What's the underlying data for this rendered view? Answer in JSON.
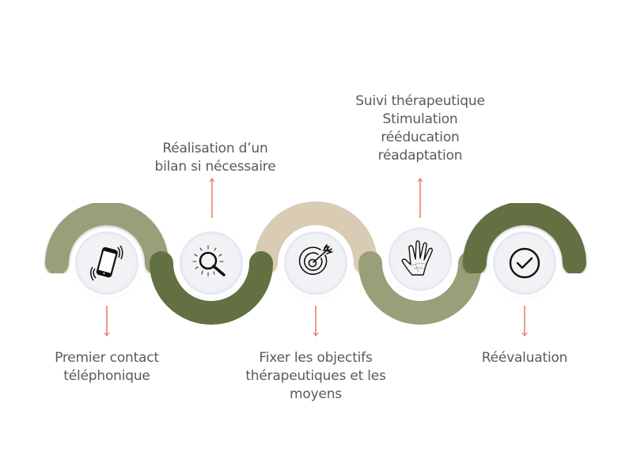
{
  "diagram": {
    "type": "process-timeline",
    "colors": {
      "olive_light": "#9a9f7a",
      "green_dark": "#627042",
      "beige": "#d9cbb4",
      "arrow": "#e8846f",
      "text": "#5a5a5a"
    },
    "steps": [
      {
        "order": 1,
        "icon": "phone-vibrating-icon",
        "label_lines": [
          "Premier contact",
          "téléphonique"
        ],
        "label_position": "below",
        "arc_color": "#9a9f7a",
        "arc_side": "top"
      },
      {
        "order": 2,
        "icon": "magnifying-glass-icon",
        "label_lines": [
          "Réalisation d’un",
          "bilan si nécessaire"
        ],
        "label_position": "above",
        "arc_color": "#627042",
        "arc_side": "bottom"
      },
      {
        "order": 3,
        "icon": "target-arrow-icon",
        "label_lines": [
          "Fixer les objectifs",
          "thérapeutiques et les",
          "moyens"
        ],
        "label_position": "below",
        "arc_color": "#d9cbb4",
        "arc_side": "top"
      },
      {
        "order": 4,
        "icon": "hand-icon",
        "label_lines": [
          "Suivi thérapeutique",
          "Stimulation",
          "rééducation",
          "réadaptation"
        ],
        "label_position": "above",
        "arc_color": "#9a9f7a",
        "arc_side": "bottom"
      },
      {
        "order": 5,
        "icon": "checkmark-circle-icon",
        "label_lines": [
          "Réévaluation"
        ],
        "label_position": "below",
        "arc_color": "#627042",
        "arc_side": "top"
      }
    ]
  }
}
